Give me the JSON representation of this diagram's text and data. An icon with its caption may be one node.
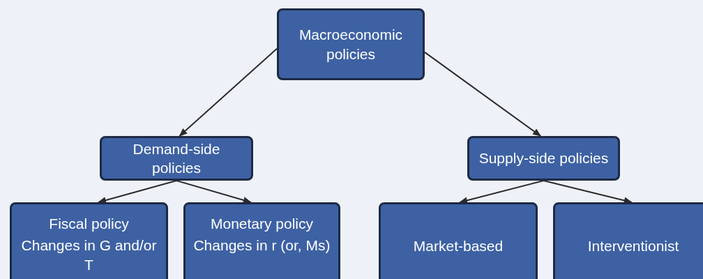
{
  "diagram": {
    "nodes": [
      {
        "text": [
          "Macroeconomic policies"
        ]
      },
      {
        "text": [
          "Demand-side policies"
        ]
      },
      {
        "text": [
          "Supply-side policies"
        ]
      },
      {
        "text": [
          "Fiscal policy",
          "Changes in G and/or T"
        ]
      },
      {
        "text": [
          "Monetary policy",
          "Changes in r (or, Ms)"
        ]
      },
      {
        "text": [
          "Market-based"
        ]
      },
      {
        "text": [
          "Interventionist"
        ]
      }
    ],
    "edges": [
      {
        "from": 0,
        "to": 1,
        "arrow": "to"
      },
      {
        "from": 0,
        "to": 2,
        "arrow": "to"
      },
      {
        "from": 1,
        "to": 3,
        "arrow": "to"
      },
      {
        "from": 1,
        "to": 4,
        "arrow": "to"
      },
      {
        "from": 2,
        "to": 5,
        "arrow": "to"
      },
      {
        "from": 2,
        "to": 6,
        "arrow": "to"
      }
    ]
  }
}
